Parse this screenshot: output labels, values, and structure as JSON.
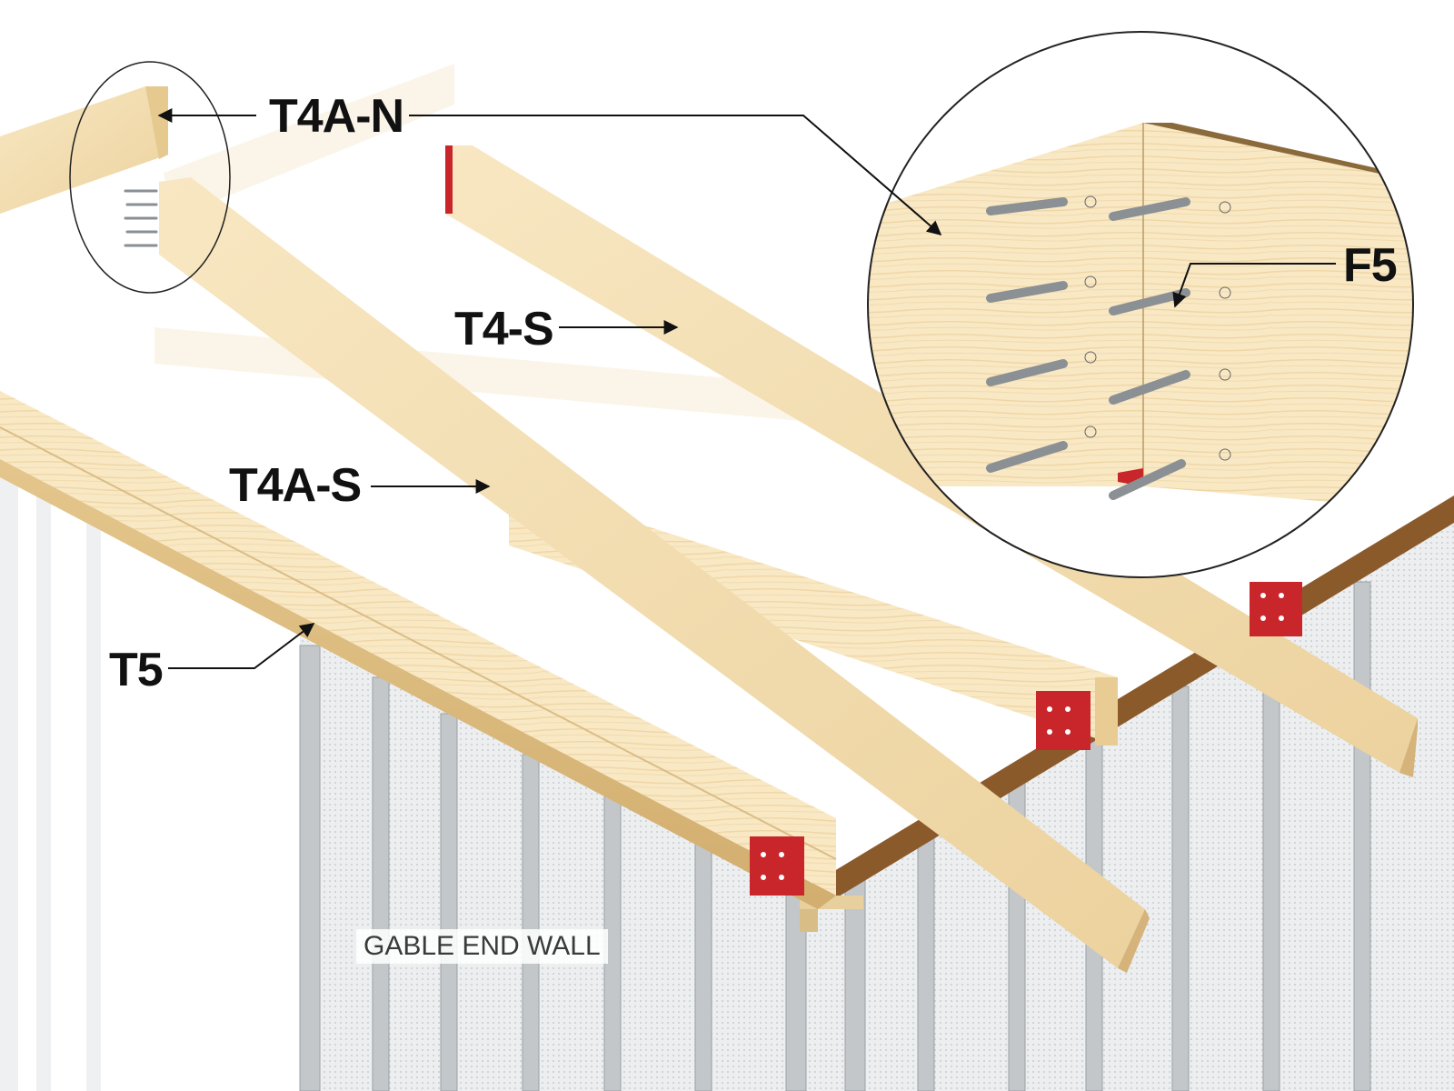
{
  "labels": {
    "t4a_n": "T4A-N",
    "t4_s": "T4-S",
    "t4a_s": "T4A-S",
    "t5": "T5",
    "f5": "F5"
  },
  "caption": "GABLE END WALL",
  "colors": {
    "wood_light": "#f6e2b8",
    "wood_mid": "#ecd29c",
    "wood_dark": "#d6b57a",
    "bracket_red": "#c8262b",
    "top_plate_brown": "#8b5a2b",
    "steel_stud": "#bfc3c6",
    "wall_mesh": "#e9ebec",
    "label_text": "#111111"
  },
  "icons": {
    "fastener": "screw-icon",
    "bracket": "connector-plate-icon",
    "callout": "magnifier-circle-icon"
  }
}
